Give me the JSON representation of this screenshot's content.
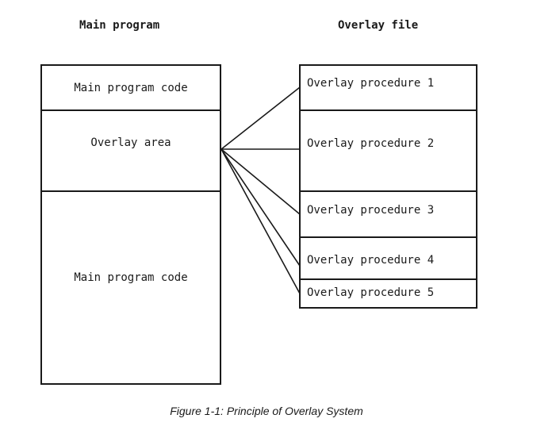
{
  "headings": {
    "main_program": "Main program",
    "overlay_file": "Overlay file"
  },
  "main_program": {
    "sections": [
      "Main program code",
      "Overlay area",
      "Main program code"
    ]
  },
  "overlay_file": {
    "procedures": [
      "Overlay procedure 1",
      "Overlay procedure 2",
      "Overlay procedure 3",
      "Overlay procedure 4",
      "Overlay procedure 5"
    ]
  },
  "caption": "Figure 1-1: Principle of Overlay System"
}
